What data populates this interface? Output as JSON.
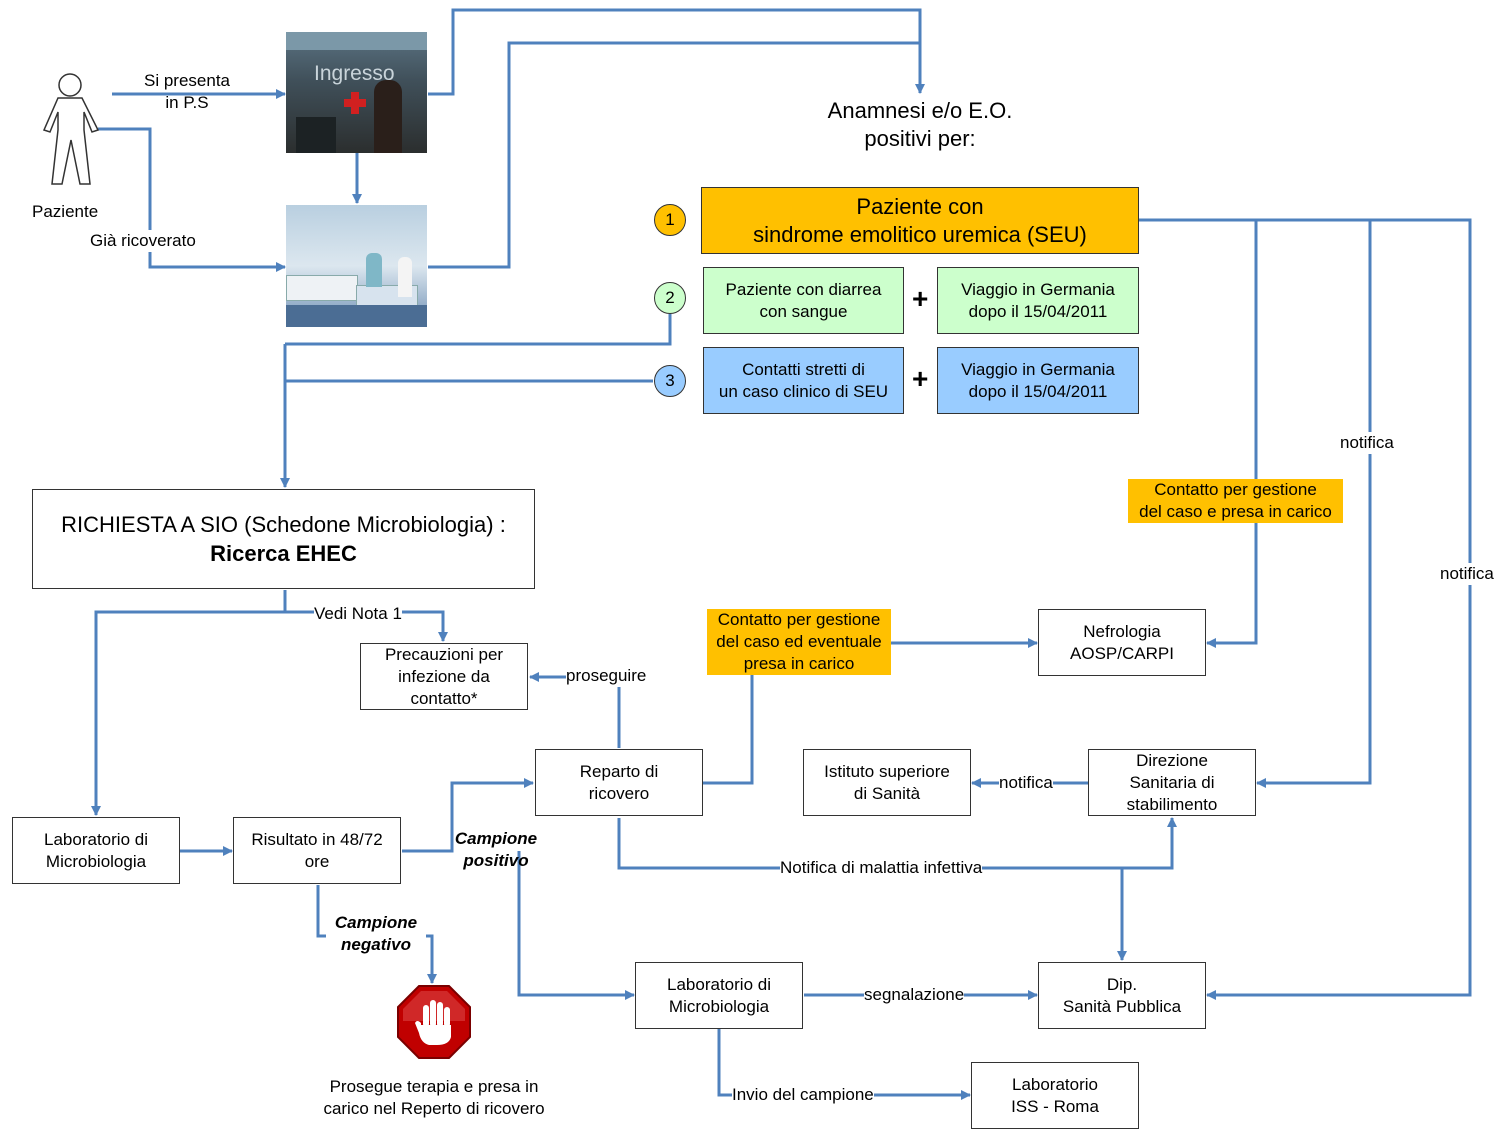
{
  "person_label": "Paziente",
  "arrive_label": [
    "Si presenta",
    "in P.S"
  ],
  "admitted_label": "Già ricoverato",
  "photo1_sign": "Ingresso",
  "anamnesi": [
    "Anamnesi e/o E.O.",
    "positivi per:"
  ],
  "criteria": [
    {
      "num": "1",
      "text": [
        "Paziente con",
        "sindrome emolitico uremica (SEU)"
      ]
    },
    {
      "num": "2",
      "a": [
        "Paziente con diarrea",
        "con sangue"
      ],
      "b": [
        "Viaggio in Germania",
        "dopo il 15/04/2011"
      ]
    },
    {
      "num": "3",
      "a": [
        "Contatti stretti  di",
        "un caso clinico di SEU"
      ],
      "b": [
        "Viaggio in Germania",
        "dopo il 15/04/2011"
      ]
    }
  ],
  "plus": "+",
  "richiesta": {
    "line1": "RICHIESTA A SIO (Schedone Microbiologia) :",
    "line2": "Ricerca EHEC"
  },
  "vedi_nota": "Vedi Nota 1",
  "precauzioni": [
    "Precauzioni per",
    "infezione da",
    "contatto*"
  ],
  "proseguire": "proseguire",
  "contatto_reparto": [
    "Contatto per gestione",
    "del caso ed eventuale",
    "presa in carico"
  ],
  "nefrologia": [
    "Nefrologia",
    "AOSP/CARPI"
  ],
  "contatto_nefro": [
    "Contatto per gestione",
    "del caso e presa in carico"
  ],
  "notifica": "notifica",
  "reparto": [
    "Reparto di",
    "ricovero"
  ],
  "istituto": [
    "Istituto superiore",
    "di Sanità"
  ],
  "direzione": [
    "Direzione",
    "Sanitaria di",
    "stabilimento"
  ],
  "lab1": [
    "Laboratorio di",
    "Microbiologia"
  ],
  "risultato": [
    "Risultato in 48/72",
    "ore"
  ],
  "campione_positivo": [
    "Campione",
    "positivo"
  ],
  "campione_negativo": [
    "Campione",
    "negativo"
  ],
  "notifica_malattia": "Notifica di malattia infettiva",
  "lab2": [
    "Laboratorio di",
    "Microbiologia"
  ],
  "segnalazione": "segnalazione",
  "dip": [
    "Dip.",
    "Sanità Pubblica"
  ],
  "invio": "Invio del campione",
  "lab_iss": [
    "Laboratorio",
    "ISS - Roma"
  ],
  "prosegue": [
    "Prosegue terapia e presa in",
    "carico nel Reperto di ricovero"
  ],
  "colors": {
    "arrow": "#4f81bd",
    "seu": "#ffc000",
    "green": "#ccffcc",
    "blue": "#99ccff",
    "stop": "#c00000",
    "highlight": "#ffc000"
  }
}
